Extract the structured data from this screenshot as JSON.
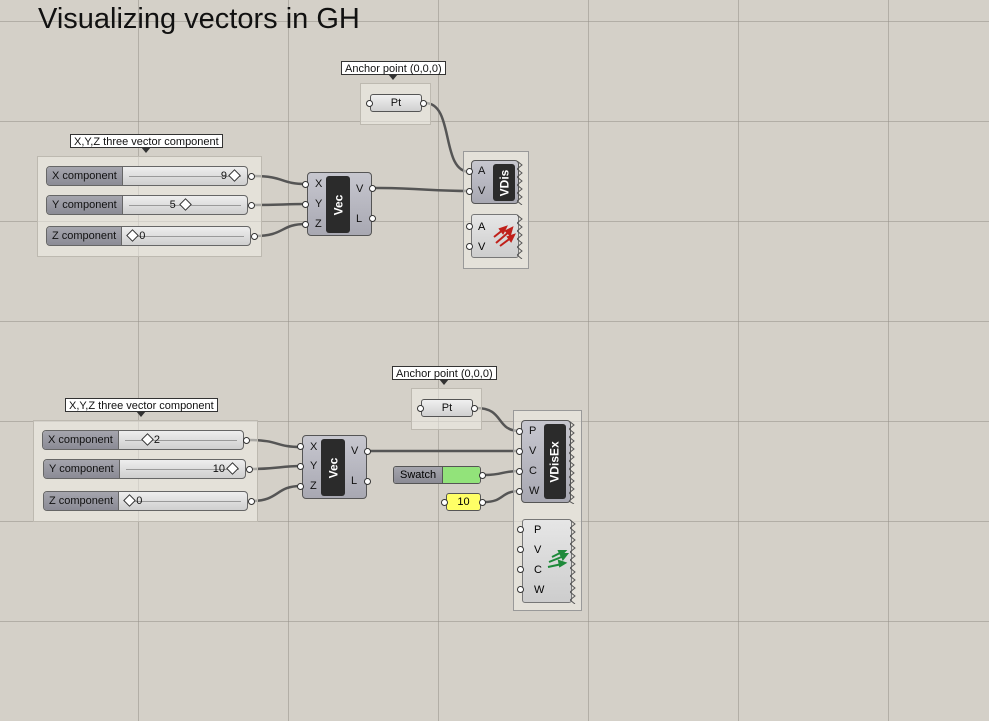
{
  "title": "Visualizing vectors in GH",
  "colors": {
    "canvas": "#d4d0c8",
    "swatch": "#92e37a",
    "panel_yellow": "#ffff66",
    "wire": "#555555"
  },
  "group1": {
    "anchor_label": "Anchor point (0,0,0)",
    "anchor_param": "Pt",
    "sliders_label": "X,Y,Z three vector component",
    "sliders": [
      {
        "name": "X component",
        "value": "9"
      },
      {
        "name": "Y component",
        "value": "5"
      },
      {
        "name": "Z component",
        "value": "0"
      }
    ],
    "vec": {
      "inputs": [
        "X",
        "Y",
        "Z"
      ],
      "core": "Vec",
      "outputs": [
        "V",
        "L"
      ]
    },
    "display": {
      "inputs": [
        "A",
        "V"
      ],
      "core": "VDis"
    },
    "preview": {
      "inputs": [
        "A",
        "V"
      ],
      "icon": "vector-arrows-red-icon"
    }
  },
  "group2": {
    "anchor_label": "Anchor point (0,0,0)",
    "anchor_param": "Pt",
    "sliders_label": "X,Y,Z three vector component",
    "sliders": [
      {
        "name": "X component",
        "value": "2"
      },
      {
        "name": "Y component",
        "value": "10"
      },
      {
        "name": "Z component",
        "value": "0"
      }
    ],
    "vec": {
      "inputs": [
        "X",
        "Y",
        "Z"
      ],
      "core": "Vec",
      "outputs": [
        "V",
        "L"
      ]
    },
    "swatch_label": "Swatch",
    "width_value": "10",
    "display": {
      "inputs": [
        "P",
        "V",
        "C",
        "W"
      ],
      "core": "VDisEx"
    },
    "preview": {
      "inputs": [
        "P",
        "V",
        "C",
        "W"
      ],
      "icon": "vector-arrows-green-icon"
    }
  }
}
